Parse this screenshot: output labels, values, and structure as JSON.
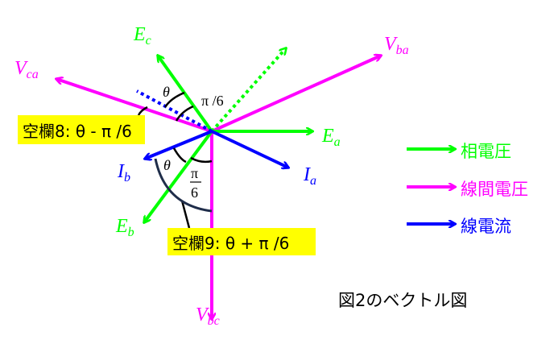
{
  "colors": {
    "phase": "#00ff00",
    "line": "#ff00ff",
    "current": "#0000ff",
    "box": "#ffff00"
  },
  "vectors": {
    "Ea": {
      "main": "E",
      "sub": "a"
    },
    "Eb": {
      "main": "E",
      "sub": "b"
    },
    "Ec": {
      "main": "E",
      "sub": "c"
    },
    "Vba": {
      "main": "V",
      "sub": "ba"
    },
    "Vca": {
      "main": "V",
      "sub": "ca"
    },
    "Vbc": {
      "main": "V",
      "sub": "bc"
    },
    "Ia": {
      "main": "I",
      "sub": "a"
    },
    "Ib": {
      "main": "I",
      "sub": "b"
    }
  },
  "angles": {
    "theta_top": "θ",
    "pi6_top": "π /6",
    "theta_bottom": "θ",
    "pi6_num": "π",
    "pi6_den": "6"
  },
  "boxes": {
    "blank8": "空欄8: θ - π /6",
    "blank9": "空欄9: θ + π /6"
  },
  "legend": [
    {
      "label": "相電圧",
      "color": "#00ff00"
    },
    {
      "label": "線間電圧",
      "color": "#ff00ff"
    },
    {
      "label": "線電流",
      "color": "#0000ff"
    }
  ],
  "caption": "図2のベクトル図"
}
